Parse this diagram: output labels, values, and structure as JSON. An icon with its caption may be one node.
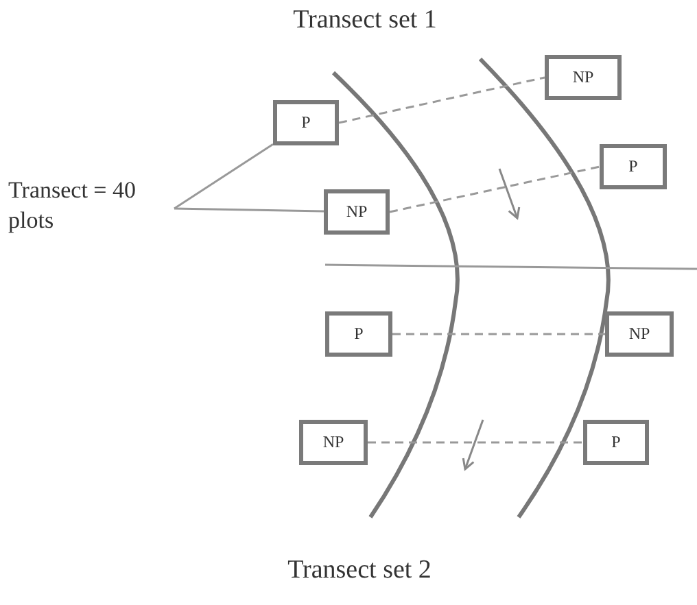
{
  "diagram": {
    "nodes": [
      {
        "text": [
          "NP"
        ]
      },
      {
        "text": [
          "P"
        ]
      },
      {
        "text": [
          "P"
        ]
      },
      {
        "text": [
          "Transect = 40 plots"
        ]
      },
      {
        "text": [
          "NP"
        ]
      },
      {
        "text": [
          "P"
        ]
      },
      {
        "text": [
          "NP"
        ]
      },
      {
        "text": [
          "NP"
        ]
      },
      {
        "text": [
          "P"
        ]
      }
    ],
    "edges": [
      {
        "from": 1,
        "to": 0,
        "arrow": "none",
        "style": "dashed"
      },
      {
        "from": 4,
        "to": 2,
        "arrow": "none",
        "style": "dashed"
      },
      {
        "from": 3,
        "to": 1,
        "arrow": "none"
      },
      {
        "from": 3,
        "to": 4,
        "arrow": "none"
      },
      {
        "from": 5,
        "to": 6,
        "arrow": "none",
        "style": "dashed"
      },
      {
        "from": 7,
        "to": 8,
        "arrow": "none",
        "style": "dashed"
      }
    ],
    "labels": [
      "Transect set 1",
      "Transect set 2"
    ]
  }
}
